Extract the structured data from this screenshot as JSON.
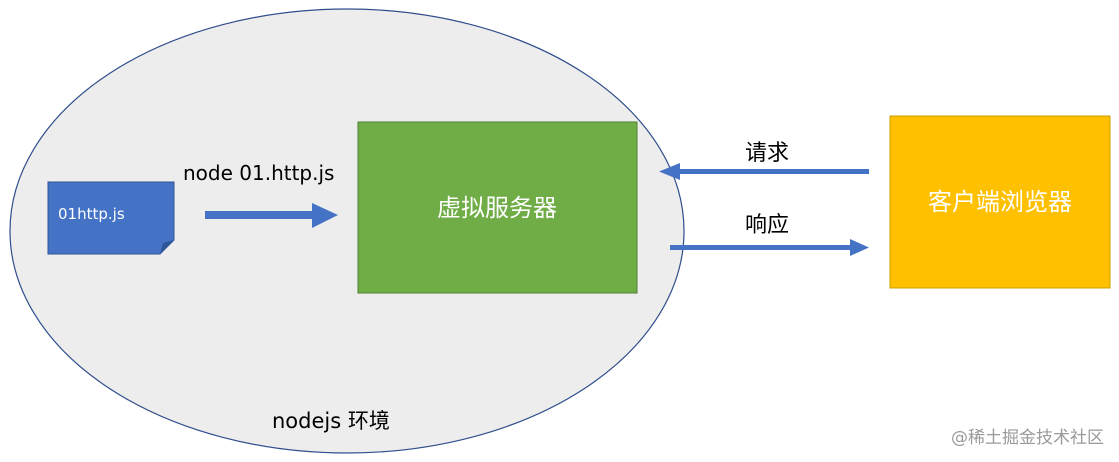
{
  "environment": {
    "label": "nodejs 环境",
    "fill": "#ededed",
    "stroke": "#2f4e8c"
  },
  "file": {
    "label": "01http.js",
    "fill": "#4472c4"
  },
  "command": {
    "label": "node 01.http.js"
  },
  "server": {
    "label": "虚拟服务器",
    "fill": "#70ad47"
  },
  "browser": {
    "label": "客户端浏览器",
    "fill": "#ffc000"
  },
  "request": {
    "label": "请求"
  },
  "response": {
    "label": "响应"
  },
  "arrow_color": "#4472c4",
  "watermark": {
    "label": "@稀土掘金技术社区"
  }
}
